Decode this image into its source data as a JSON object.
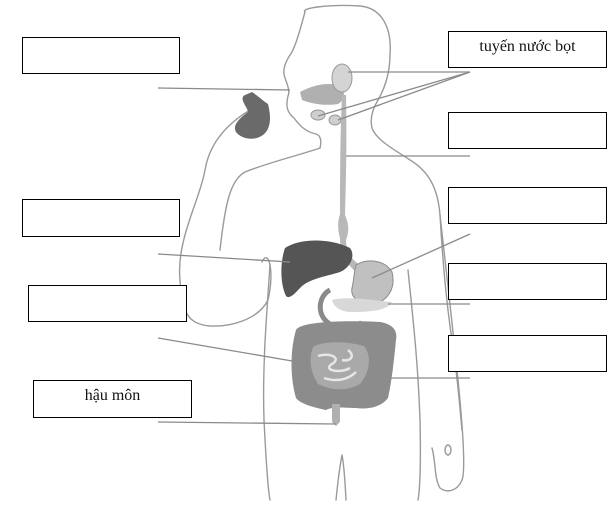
{
  "title": "Digestive system labeling diagram",
  "colors": {
    "outline": "#9a9a9a",
    "organ_dark": "#5a5a5a",
    "organ_mid": "#8e8e8e",
    "organ_light": "#c4c4c4",
    "leader": "#8a8a8a",
    "box_border": "#000000"
  },
  "labels": {
    "left": [
      {
        "id": "mouth",
        "text": ""
      },
      {
        "id": "liver",
        "text": ""
      },
      {
        "id": "small-intestine",
        "text": ""
      },
      {
        "id": "anus",
        "text": "hậu môn"
      }
    ],
    "right": [
      {
        "id": "salivary-glands",
        "text": "tuyến nước bọt"
      },
      {
        "id": "esophagus",
        "text": ""
      },
      {
        "id": "stomach",
        "text": ""
      },
      {
        "id": "pancreas",
        "text": ""
      },
      {
        "id": "large-intestine",
        "text": ""
      }
    ]
  }
}
